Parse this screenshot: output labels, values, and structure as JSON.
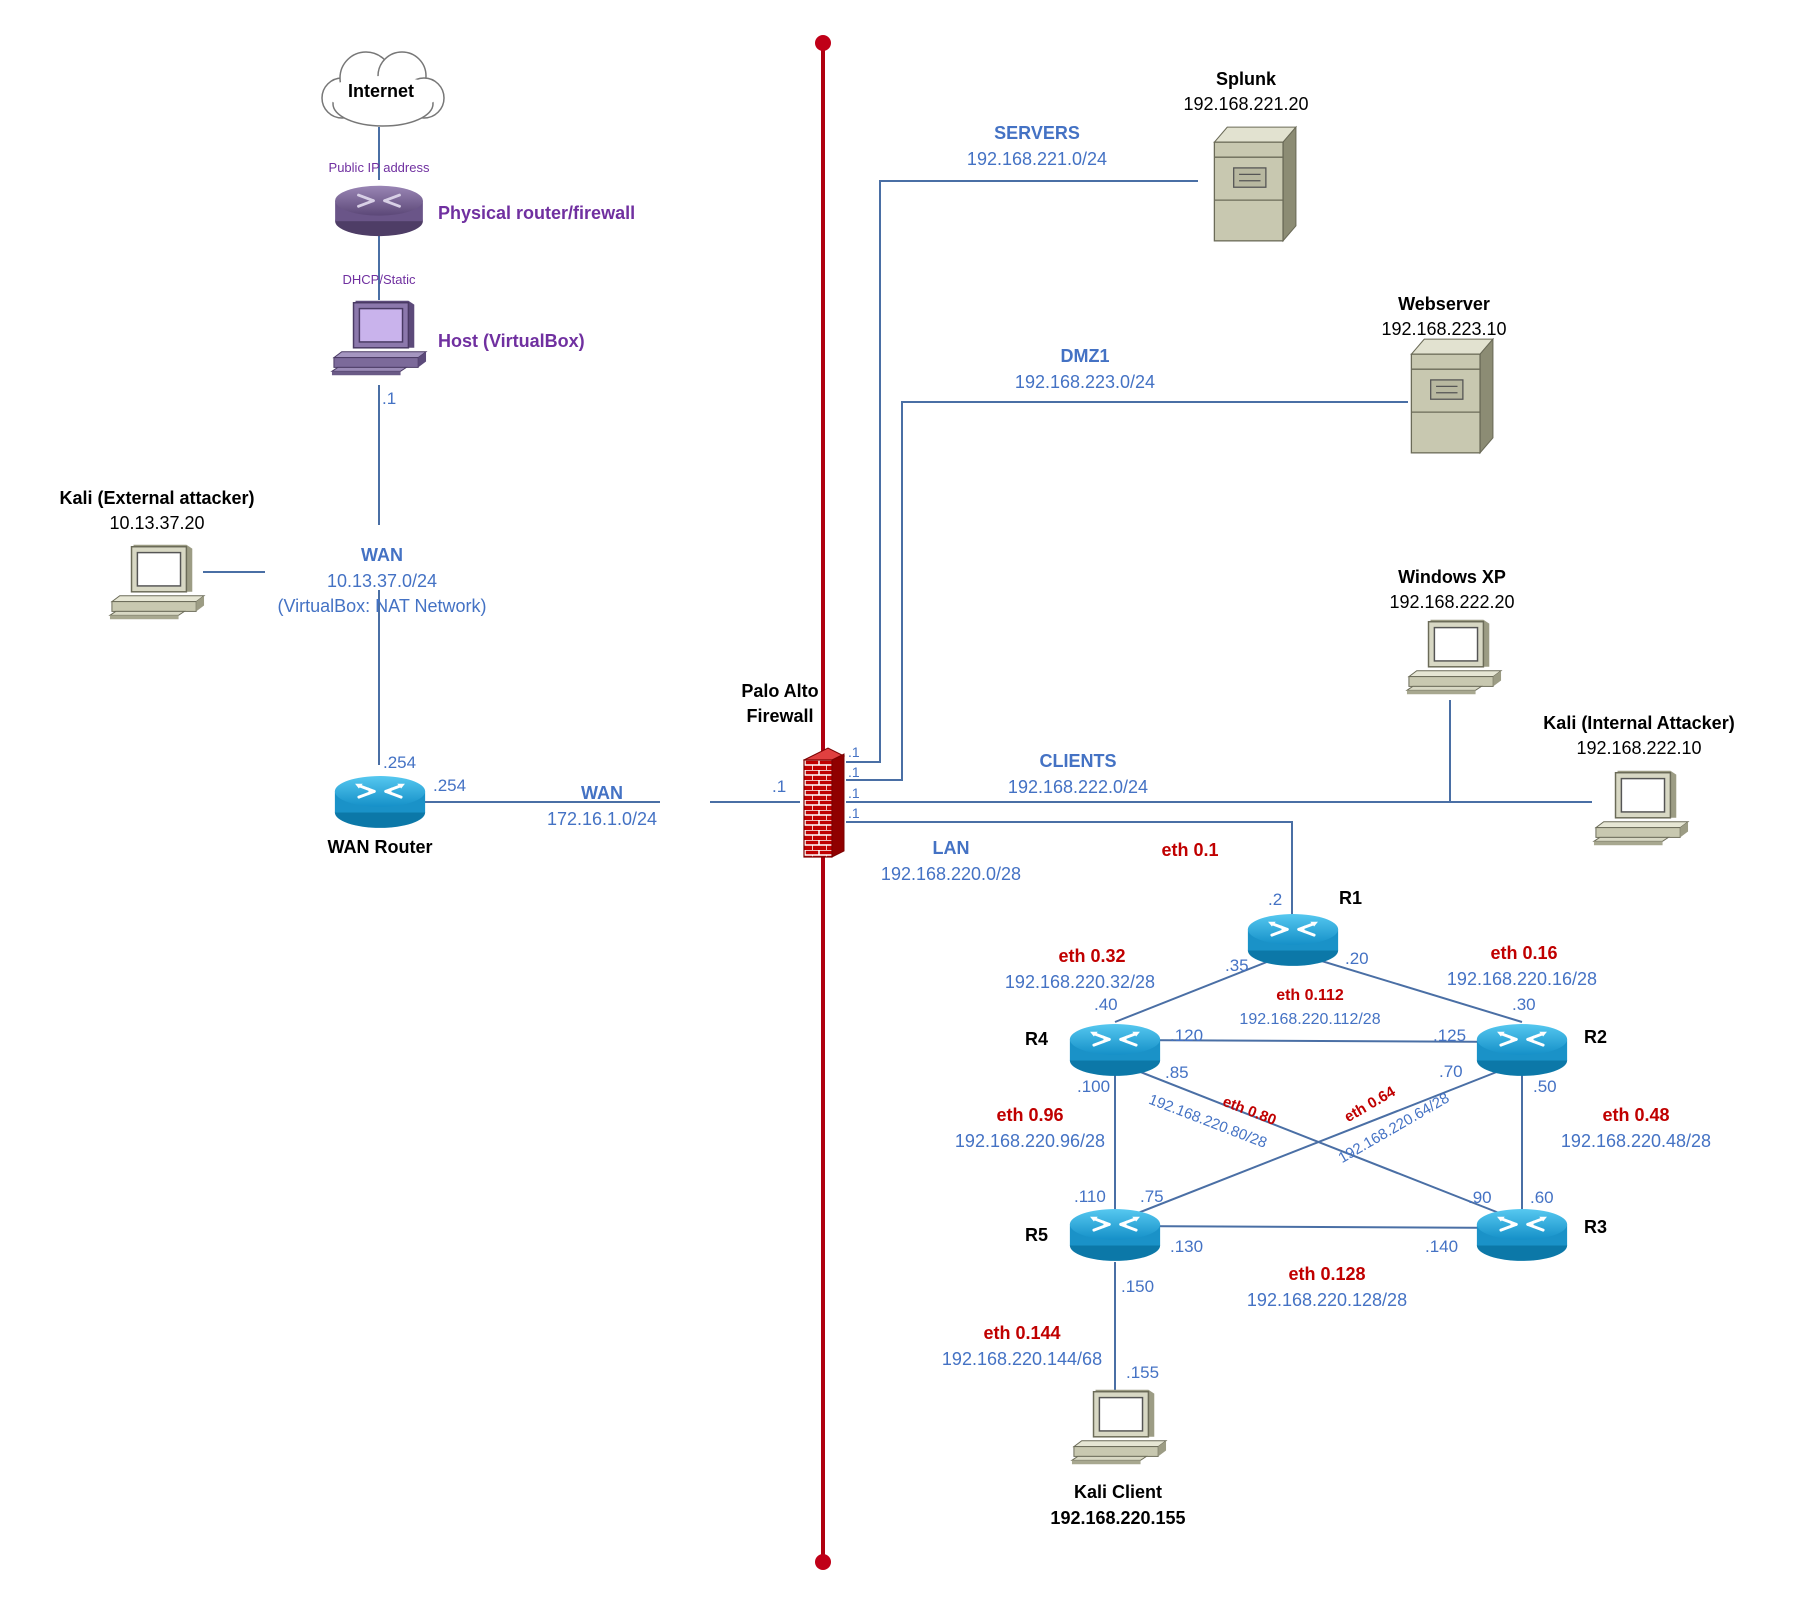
{
  "nodes": {
    "internet": {
      "label": "Internet"
    },
    "public_ip": "Public IP address",
    "physical_router": {
      "label": "Physical router/firewall"
    },
    "dhcp": "DHCP/Static",
    "host": {
      "label": "Host (VirtualBox)",
      "octet": ".1"
    },
    "kali_external": {
      "label": "Kali (External attacker)",
      "ip": "10.13.37.20"
    },
    "wan_router": {
      "label": "WAN Router",
      "octet_up": ".254",
      "octet_right": ".254"
    },
    "firewall": {
      "label_line1": "Palo Alto",
      "label_line2": "Firewall",
      "octet_wan": ".1",
      "octet_servers": ".1",
      "octet_dmz": ".1",
      "octet_clients": ".1",
      "octet_lan": ".1"
    },
    "splunk": {
      "label": "Splunk",
      "ip": "192.168.221.20"
    },
    "webserver": {
      "label": "Webserver",
      "ip": "192.168.223.10"
    },
    "windows_xp": {
      "label": "Windows XP",
      "ip": "192.168.222.20"
    },
    "kali_internal": {
      "label": "Kali (Internal Attacker)",
      "ip": "192.168.222.10"
    },
    "kali_client": {
      "label": "Kali Client",
      "ip": "192.168.220.155"
    },
    "r1": {
      "label": "R1",
      "o_lan": ".2",
      "o_r4": ".35",
      "o_r2": ".20"
    },
    "r2": {
      "label": "R2",
      "o_r1": ".30",
      "o_r4": ".125",
      "o_r5": ".70",
      "o_r3": ".50"
    },
    "r3": {
      "label": "R3",
      "o_r2": ".60",
      "o_r4": ".90",
      "o_r5": ".140"
    },
    "r4": {
      "label": "R4",
      "o_r1": ".40",
      "o_r2": ".120",
      "o_r3": ".85",
      "o_r5": ".100"
    },
    "r5": {
      "label": "R5",
      "o_r4": ".110",
      "o_r2": ".75",
      "o_r3": ".130",
      "o_client": ".150"
    },
    "client_octet": ".155"
  },
  "networks": {
    "wan_virtualbox": {
      "name": "WAN",
      "subnet": "10.13.37.0/24",
      "note": "(VirtualBox: NAT Network)"
    },
    "wan": {
      "name": "WAN",
      "subnet": "172.16.1.0/24"
    },
    "servers": {
      "name": "SERVERS",
      "subnet": "192.168.221.0/24"
    },
    "dmz1": {
      "name": "DMZ1",
      "subnet": "192.168.223.0/24"
    },
    "clients": {
      "name": "CLIENTS",
      "subnet": "192.168.222.0/24"
    },
    "lan": {
      "name": "LAN",
      "subnet": "192.168.220.0/28",
      "eth": "eth 0.1"
    }
  },
  "links": {
    "l32": {
      "eth": "eth 0.32",
      "subnet": "192.168.220.32/28"
    },
    "l16": {
      "eth": "eth 0.16",
      "subnet": "192.168.220.16/28"
    },
    "l112": {
      "eth": "eth 0.112",
      "subnet": "192.168.220.112/28"
    },
    "l96": {
      "eth": "eth 0.96",
      "subnet": "192.168.220.96/28"
    },
    "l48": {
      "eth": "eth 0.48",
      "subnet": "192.168.220.48/28"
    },
    "l80": {
      "eth": "eth 0.80",
      "subnet": "192.168.220.80/28"
    },
    "l64": {
      "eth": "eth 0.64",
      "subnet": "192.168.220.64/28"
    },
    "l128": {
      "eth": "eth 0.128",
      "subnet": "192.168.220.128/28"
    },
    "l144": {
      "eth": "eth 0.144",
      "subnet": "192.168.220.144/68"
    }
  },
  "colors": {
    "line": "#4a6fa5",
    "divider": "#b00010",
    "router_blue": "#1ca3d8",
    "router_purple": "#6f5a8e",
    "server_beige": "#c8c8b0",
    "firewall_red": "#c00000"
  }
}
